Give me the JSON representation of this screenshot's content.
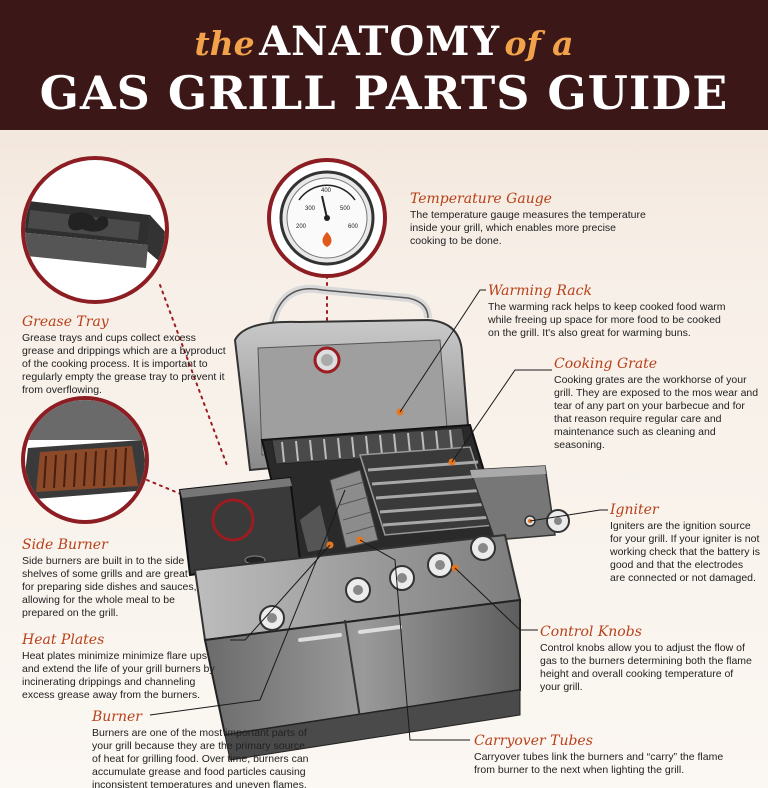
{
  "title": {
    "part1": "the",
    "part2": "ANATOMY",
    "part3": "of a",
    "line2": "GAS GRILL PARTS GUIDE"
  },
  "gauge": {
    "scale_left": "300",
    "scale_top": "400",
    "scale_right": "500",
    "scale_left_low": "200",
    "scale_right_low": "600"
  },
  "parts": {
    "temperature_gauge": {
      "title": "Temperature Gauge",
      "text": "The temperature gauge measures the temperature inside your grill, which enables more precise cooking to be done."
    },
    "warming_rack": {
      "title": "Warming Rack",
      "text": "The warming rack helps to keep cooked food warm while freeing up space for more food to be cooked on the grill. It's also great for warming buns."
    },
    "cooking_grate": {
      "title": "Cooking Grate",
      "text": "Cooking grates are the workhorse of your grill. They are exposed to the mos wear and tear of any part on your barbecue and for that reason require regular care and maintenance such as cleaning and seasoning."
    },
    "grease_tray": {
      "title": "Grease Tray",
      "text": "Grease trays and cups collect excess grease and drippings which are a byproduct of the cooking process. It is important to regularly empty the grease tray to prevent it from overflowing."
    },
    "igniter": {
      "title": "Igniter",
      "text": "Igniters are the ignition source for your grill. If your igniter is not working check that the battery is good and that the electrodes are connected or not damaged."
    },
    "side_burner": {
      "title": "Side Burner",
      "text": "Side burners are built in to the side shelves of some grills and are great for preparing side dishes and sauces, allowing for the whole meal to be prepared on the grill."
    },
    "control_knobs": {
      "title": "Control Knobs",
      "text": "Control knobs allow you to adjust the flow of gas to the burners determining both the flame height and overall cooking temperature of your grill."
    },
    "heat_plates": {
      "title": "Heat Plates",
      "text": "Heat plates minimize minimize flare ups and extend the life of your grill burners by incinerating drippings and channeling excess grease away from the burners."
    },
    "burner": {
      "title": "Burner",
      "text": "Burners are one of the most important parts of your grill because they are the primary source of heat for grilling food. Over time, burners can accumulate grease and food particles causing inconsistent temperatures and uneven flames."
    },
    "carryover_tubes": {
      "title": "Carryover Tubes",
      "text": "Carryover tubes link the burners and “carry” the flame from burner to the next when lighting the grill."
    }
  },
  "colors": {
    "header": "#3b1717",
    "accent": "#b8401a",
    "title_orange": "#f2a24a",
    "callout_ring": "#8c1d22",
    "leader": "#1a1a1a",
    "dot_line": "#9a1d22"
  }
}
